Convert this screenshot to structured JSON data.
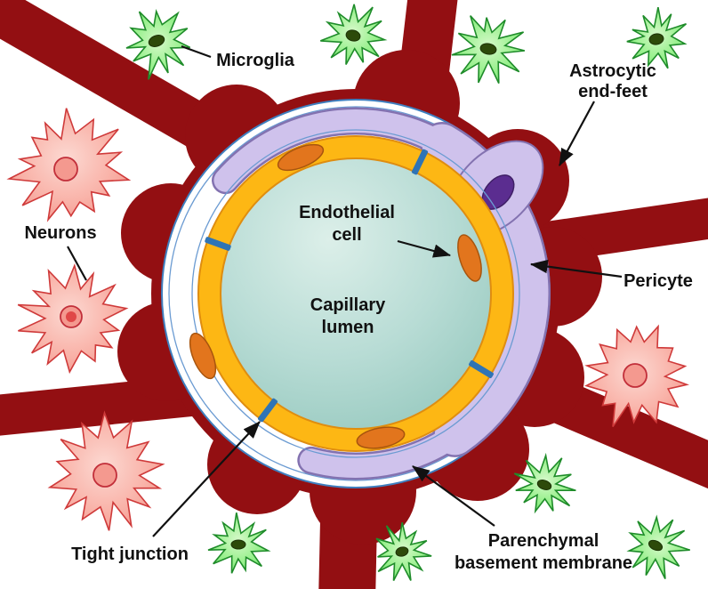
{
  "diagram": {
    "labels": {
      "microglia": "Microglia",
      "astrocytic_end_feet": [
        "Astrocytic",
        "end-feet"
      ],
      "neurons": "Neurons",
      "endothelial_cell": [
        "Endothelial",
        "cell"
      ],
      "capillary_lumen": [
        "Capillary",
        "lumen"
      ],
      "pericyte": "Pericyte",
      "tight_junction": "Tight junction",
      "parenchymal_basement_membrane": [
        "Parenchymal",
        "basement membrane"
      ]
    },
    "colors": {
      "background": "#ffffff",
      "astrocyte_dark_red": "#930f12",
      "endothelium_gold": "#fdb714",
      "endothelium_outline_orange": "#df8d10",
      "endothelial_nucleus_orange": "#e2751d",
      "lumen_teal": "#b8dcd5",
      "pericyte_lavender": "#cfc2ec",
      "pericyte_outline": "#8372b0",
      "pericyte_nucleus_purple": "#5b2d90",
      "basement_membrane_blue": "#3f7fbf",
      "membrane_line_light_blue": "#6b9bd2",
      "tight_junction_blue": "#2f74b5",
      "microglia_green": "#96f08b",
      "microglia_nucleus_dark_green": "#2d4a0a",
      "neuron_pink": "#f9b3a9",
      "neuron_outline_red": "#cf3a3a",
      "label_text": "#111111"
    },
    "cell_counts": {
      "microglia": 8,
      "neurons": 4,
      "endothelial_nuclei": 4,
      "tight_junctions": 4,
      "pericytes": 1
    }
  }
}
